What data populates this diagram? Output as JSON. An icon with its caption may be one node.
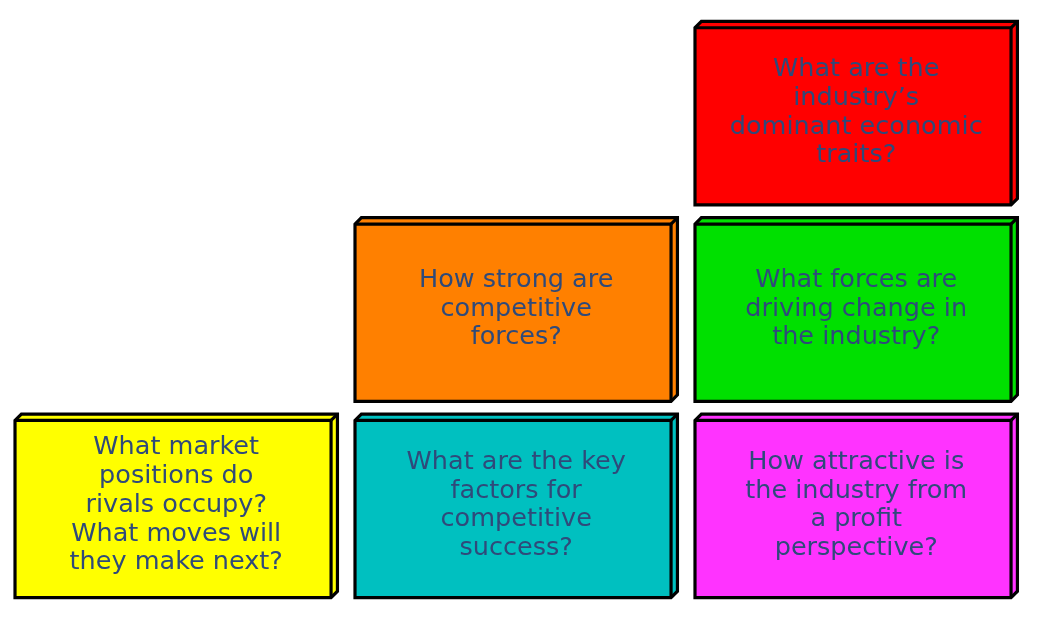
{
  "diagram": {
    "nodes": [
      {
        "text": [
          "What are the industry’s dominant economic traits?"
        ]
      },
      {
        "text": [
          "How strong are competitive forces?"
        ]
      },
      {
        "text": [
          "What forces are driving change in the industry?"
        ]
      },
      {
        "text": [
          "What market positions do rivals occupy? What moves will they make next?"
        ]
      },
      {
        "text": [
          "What are the key factors for competitive success?"
        ]
      },
      {
        "text": [
          "How attractive is the industry from a profit perspective?"
        ]
      }
    ],
    "edges": []
  }
}
